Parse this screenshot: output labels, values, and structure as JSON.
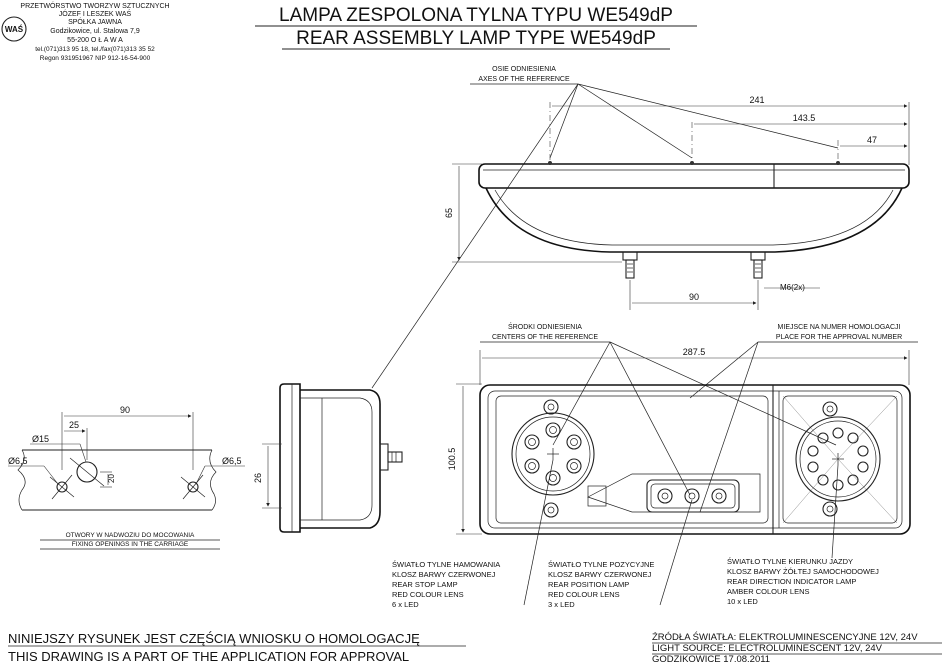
{
  "company": {
    "logo_letters": "WAŚ",
    "lines": [
      "PRZETWÓRSTWO TWORZYW SZTUCZNYCH",
      "JÓZEF I LESZEK WAŚ",
      "SPÓŁKA JAWNA",
      "Godzikowice, ul. Stalowa 7,9",
      "55-200   O Ł A W A",
      "tel.(071)313 95 18, tel./fax(071)313 35 52",
      "Regon 931951967 NIP 912-16-54-900"
    ]
  },
  "title": {
    "pl": "LAMPA ZESPOLONA TYLNA  TYPU WE549dP",
    "en": "REAR ASSEMBLY LAMP TYPE WE549dP"
  },
  "top_view": {
    "axes_label_pl": "OSIE ODNIESIENIA",
    "axes_label_en": "AXES OF THE REFERENCE",
    "dim_241": "241",
    "dim_143_5": "143.5",
    "dim_47": "47",
    "dim_65": "65",
    "dim_90": "90",
    "dim_m6": "M6(2x)"
  },
  "front_view": {
    "centers_label_pl": "ŚRODKI ODNIESIENIA",
    "centers_label_en": "CENTERS OF THE REFERENCE",
    "homolog_label_pl": "MIEJSCE NA NUMER HOMOLOGACJI",
    "homolog_label_en": "PLACE FOR THE APPROVAL NUMBER",
    "dim_287_5": "287.5",
    "dim_100_5": "100.5"
  },
  "side_view": {
    "dim_26": "26"
  },
  "mounting": {
    "dim_90": "90",
    "dim_25": "25",
    "dim_15": "Ø15",
    "dim_6_5_left": "Ø6,5",
    "dim_6_5_right": "Ø6,5",
    "dim_20": "20",
    "caption_pl": "OTWORY W NADWOZIU DO MOCOWANIA",
    "caption_en": "FIXING OPENINGS IN THE CARRIAGE"
  },
  "callouts": [
    {
      "lines": [
        "ŚWIATŁO TYLNE HAMOWANIA",
        "KLOSZ BARWY CZERWONEJ",
        "REAR STOP LAMP",
        "RED COLOUR LENS",
        "6 x LED"
      ]
    },
    {
      "lines": [
        "ŚWIATŁO TYLNE POZYCYJNE",
        "KLOSZ BARWY CZERWONEJ",
        "REAR POSITION  LAMP",
        "RED COLOUR LENS",
        "3 x LED"
      ]
    },
    {
      "lines": [
        "ŚWIATŁO TYLNE KIERUNKU JAZDY",
        "KLOSZ BARWY ŻÓŁTEJ SAMOCHODOWEJ",
        "REAR DIRECTION INDICATOR LAMP",
        "AMBER COLOUR LENS",
        "10 x LED"
      ]
    }
  ],
  "footer": {
    "left_pl": "NINIEJSZY RYSUNEK JEST CZĘŚCIĄ WNIOSKU O  HOMOLOGACJĘ",
    "left_en": "THIS DRAWING IS A PART OF THE APPLICATION FOR  APPROVAL",
    "right_pl": "ŹRÓDŁA ŚWIATŁA: ELEKTROLUMINESCENCYJNE  12V, 24V",
    "right_en": "LIGHT SOURCE: ELECTROLUMINESCENT  12V, 24V",
    "date": "GODZIKOWICE 17.08.2011"
  }
}
